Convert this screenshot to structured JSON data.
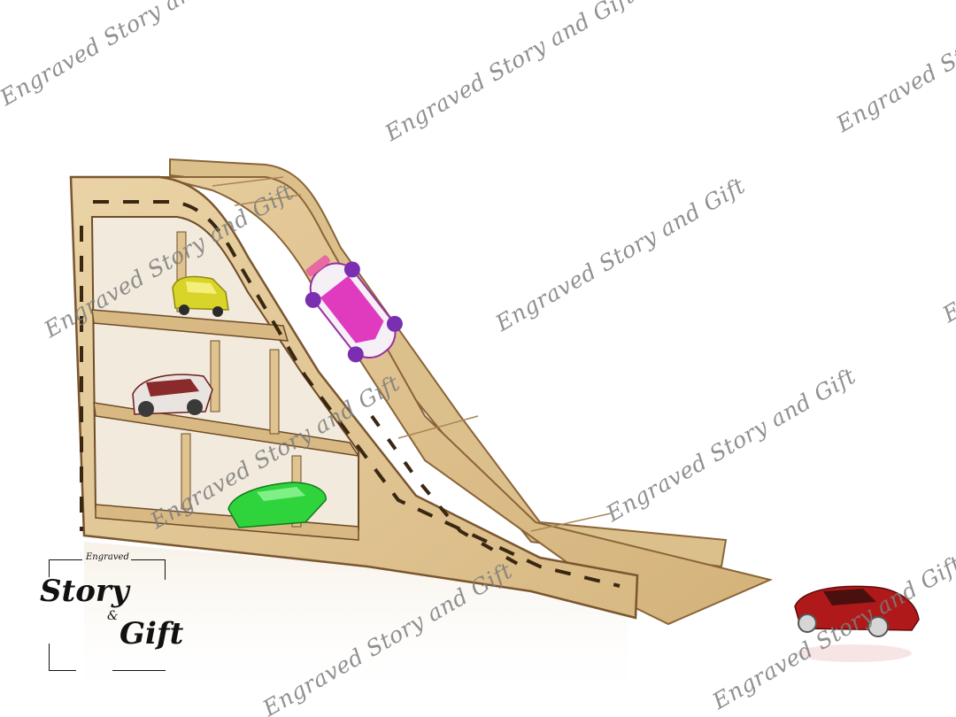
{
  "watermarks": [
    "Engraved Story and Gift",
    "Engraved Story and Gift",
    "Engraved Story and Gift",
    "Engraved Story and Gift",
    "Engraved Story and Gift",
    "Engraved Story and Gift",
    "Engraved Story and Gift",
    "Engraved Story and Gift",
    "Engraved Story and Gift",
    "Engraved Story and Gift"
  ],
  "logo": {
    "top": "Engraved",
    "main1": "Story",
    "amp": "&",
    "main2": "Gift"
  },
  "colors": {
    "wood": "#e3c896",
    "wood_dark": "#c9a86e",
    "wood_edge": "#7a5630",
    "slot": "#3a2712",
    "car_yellow": "#d8d42a",
    "car_pink": "#e03bbf",
    "car_red_top": "#8a2a2a",
    "car_green": "#2fd43c",
    "car_red_big": "#b01919"
  }
}
